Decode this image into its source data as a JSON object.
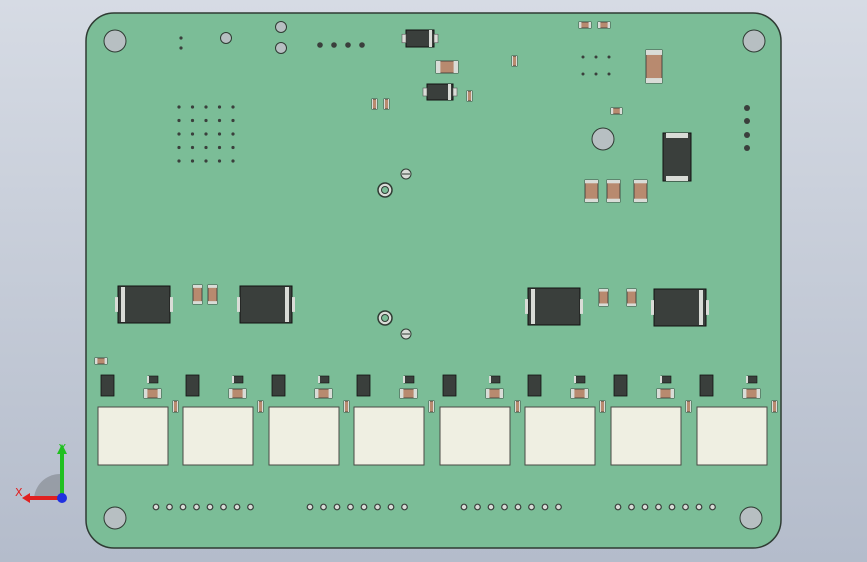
{
  "viewport": {
    "background_top": "#d6dbe4",
    "background_bottom": "#b4bccb"
  },
  "board": {
    "color": "#7bbd97",
    "edge_color": "#2f3b33",
    "component_dark": "#3a3f3c",
    "component_tan": "#b88a6f",
    "relay_color": "#efefe2",
    "pad_color": "#d9dcd7",
    "hole_fill": "#b7bfc2",
    "relay_count": 8
  },
  "triad": {
    "x_label": "X",
    "y_label": "Y",
    "x_color": "#e02020",
    "y_color": "#20c020",
    "z_color": "#2030e0",
    "icon": "coordinate-triad-icon"
  }
}
